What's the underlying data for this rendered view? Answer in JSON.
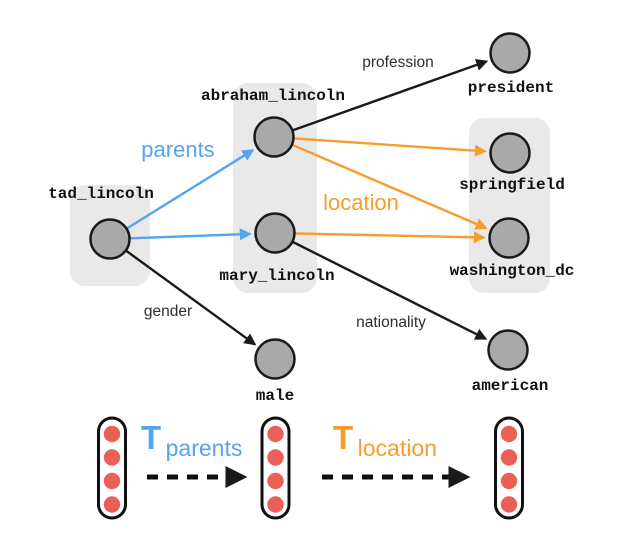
{
  "graph": {
    "nodes": {
      "tad_lincoln": "tad_lincoln",
      "abraham_lincoln": "abraham_lincoln",
      "mary_lincoln": "mary_lincoln",
      "president": "president",
      "springfield": "springfield",
      "washington_dc": "washington_dc",
      "male": "male",
      "american": "american"
    },
    "edge_labels": {
      "profession": "profession",
      "parents": "parents",
      "location": "location",
      "gender": "gender",
      "nationality": "nationality"
    },
    "edges": [
      {
        "from": "tad_lincoln",
        "to": "abraham_lincoln",
        "relation": "parents",
        "color": "blue"
      },
      {
        "from": "tad_lincoln",
        "to": "mary_lincoln",
        "relation": "parents",
        "color": "blue"
      },
      {
        "from": "tad_lincoln",
        "to": "male",
        "relation": "gender",
        "color": "black"
      },
      {
        "from": "abraham_lincoln",
        "to": "president",
        "relation": "profession",
        "color": "black"
      },
      {
        "from": "abraham_lincoln",
        "to": "springfield",
        "relation": "location",
        "color": "orange"
      },
      {
        "from": "abraham_lincoln",
        "to": "washington_dc",
        "relation": "location",
        "color": "orange"
      },
      {
        "from": "mary_lincoln",
        "to": "washington_dc",
        "relation": "location",
        "color": "orange"
      },
      {
        "from": "mary_lincoln",
        "to": "american",
        "relation": "nationality",
        "color": "black"
      }
    ],
    "groups": [
      {
        "members": [
          "tad_lincoln"
        ]
      },
      {
        "members": [
          "abraham_lincoln",
          "mary_lincoln"
        ]
      },
      {
        "members": [
          "springfield",
          "washington_dc"
        ]
      }
    ]
  },
  "embedding_row": {
    "t_parents": {
      "symbol": "T",
      "subscript": "parents"
    },
    "t_location": {
      "symbol": "T",
      "subscript": "location"
    },
    "vectors": [
      {
        "dots": 4
      },
      {
        "dots": 4
      },
      {
        "dots": 4
      }
    ]
  },
  "colors": {
    "parents_blue": "#55a4f2",
    "location_orange": "#f79d2e",
    "edge_black": "#1a1a1a",
    "node_fill": "#a9a9a9",
    "group_bg": "#e9e9e9",
    "dot_red": "#ea6056"
  }
}
